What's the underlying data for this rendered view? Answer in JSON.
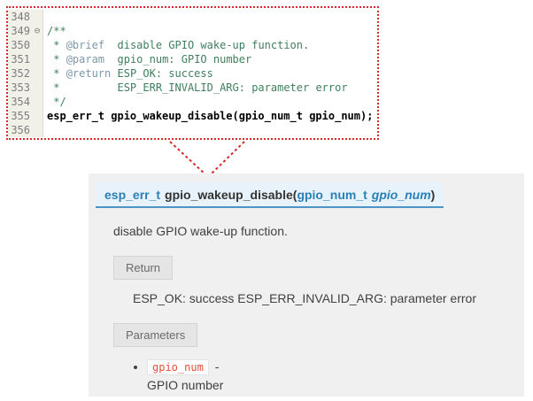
{
  "colors": {
    "highlight_border_red": "#d42a2a",
    "comment_green": "#3f7f5f",
    "doc_tag_blue_gray": "#7b9aa8",
    "signature_bg": "#e7f2fa",
    "signature_border_blue": "#4d94c4",
    "type_link_blue": "#2980b9",
    "param_chip_red": "#e74c3c",
    "doc_panel_bg": "#f0f0f0",
    "gutter_bg": "#f1f1ea"
  },
  "code": {
    "lines": [
      {
        "num": "348"
      },
      {
        "num": "349",
        "fold": "⊖",
        "pre": "/**"
      },
      {
        "num": "350",
        "pre": " * ",
        "tag": "@brief",
        "post": "  disable GPIO wake-up function."
      },
      {
        "num": "351",
        "pre": " * ",
        "tag": "@param",
        "post": "  gpio_num: GPIO number"
      },
      {
        "num": "352",
        "pre": " * ",
        "tag": "@return",
        "post": " ESP_OK: success"
      },
      {
        "num": "353",
        "pre": " *         ",
        "post": "ESP_ERR_INVALID_ARG: parameter error"
      },
      {
        "num": "354",
        "pre": " */"
      },
      {
        "num": "355",
        "code": "esp_err_t gpio_wakeup_disable(gpio_num_t gpio_num);"
      },
      {
        "num": "356"
      }
    ]
  },
  "doc": {
    "signature": {
      "return_type": "esp_err_t",
      "name": "gpio_wakeup_disable",
      "open_paren": "(",
      "param_type": "gpio_num_t",
      "param_name": "gpio_num",
      "close_paren": ")"
    },
    "brief": "disable GPIO wake-up function.",
    "return": {
      "label": "Return",
      "text": "ESP_OK: success ESP_ERR_INVALID_ARG: parameter error"
    },
    "parameters": {
      "label": "Parameters",
      "items": [
        {
          "name": "gpio_num",
          "separator": "-",
          "description": "GPIO number"
        }
      ]
    }
  }
}
